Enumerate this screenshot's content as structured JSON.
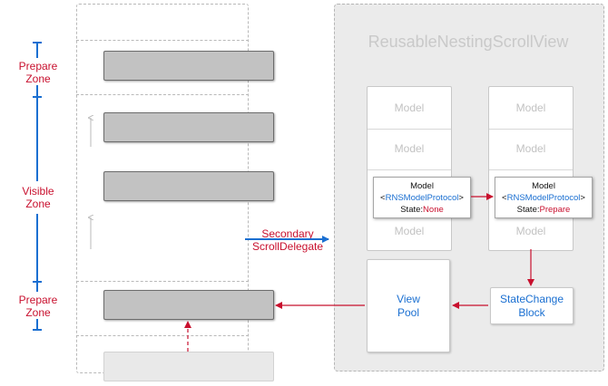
{
  "zones": {
    "prepare_top": "Prepare\nZone",
    "visible": "Visible\nZone",
    "prepare_bottom": "Prepare\nZone"
  },
  "panel": {
    "title": "ReusableNestingScrollView"
  },
  "list_left": {
    "rows": [
      "Model",
      "Model",
      "Model"
    ]
  },
  "list_right": {
    "rows": [
      "Model",
      "Model",
      "Model"
    ]
  },
  "popup_left": {
    "title": "Model",
    "protocol": "<RNSModelProtocol>",
    "state_label": "State:",
    "state_value": "None"
  },
  "popup_right": {
    "title": "Model",
    "protocol": "<RNSModelProtocol>",
    "state_label": "State:",
    "state_value": "Prepare"
  },
  "view_pool": {
    "label": "View\nPool"
  },
  "state_change_block": {
    "label": "StateChange\nBlock"
  },
  "secondary_delegate": {
    "label": "Secondary\nScrollDelegate"
  },
  "colors": {
    "zone_red": "#c8102e",
    "bracket_blue": "#1a6fd1",
    "panel_gray": "#ebebeb",
    "cell_gray": "#c2c2c2"
  }
}
